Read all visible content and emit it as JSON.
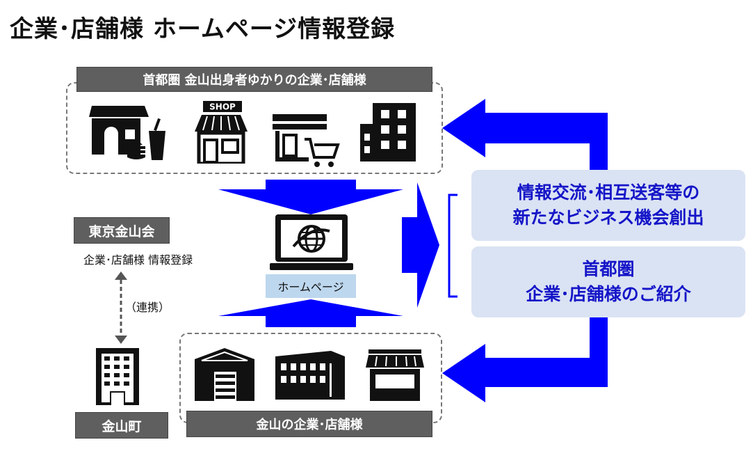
{
  "title": "企業･店舗様 ホームページ情報登録",
  "top_group": {
    "label": "首都圏 金山出身者ゆかりの企業･店舗様"
  },
  "bottom_group": {
    "label": "金山の企業･店舗様"
  },
  "left": {
    "association": "東京金山会",
    "registration": "企業･店舗様 情報登録",
    "link": "（連携）",
    "town": "金山町"
  },
  "center": {
    "homepage": "ホームページ"
  },
  "right": {
    "benefit1": [
      "情報交流･相互送客等の",
      "新たなビジネス機会創出"
    ],
    "benefit2": [
      "首都圏",
      "企業･店舗様のご紹介"
    ]
  },
  "icons": {
    "top": [
      "restaurant-icon",
      "shop-icon",
      "supermarket-icon",
      "office-building-icon"
    ],
    "bottom": [
      "warehouse-icon",
      "factory-icon",
      "storefront-icon"
    ],
    "center": "laptop-globe-icon",
    "left": "town-hall-icon",
    "shop_sign": "SHOP"
  },
  "colors": {
    "arrow": "#0000ff",
    "gray": "#5f5f5f",
    "blue_box": "#dae3f3",
    "blue_text": "#1515c8",
    "hp_label": "#bdd7ee"
  }
}
